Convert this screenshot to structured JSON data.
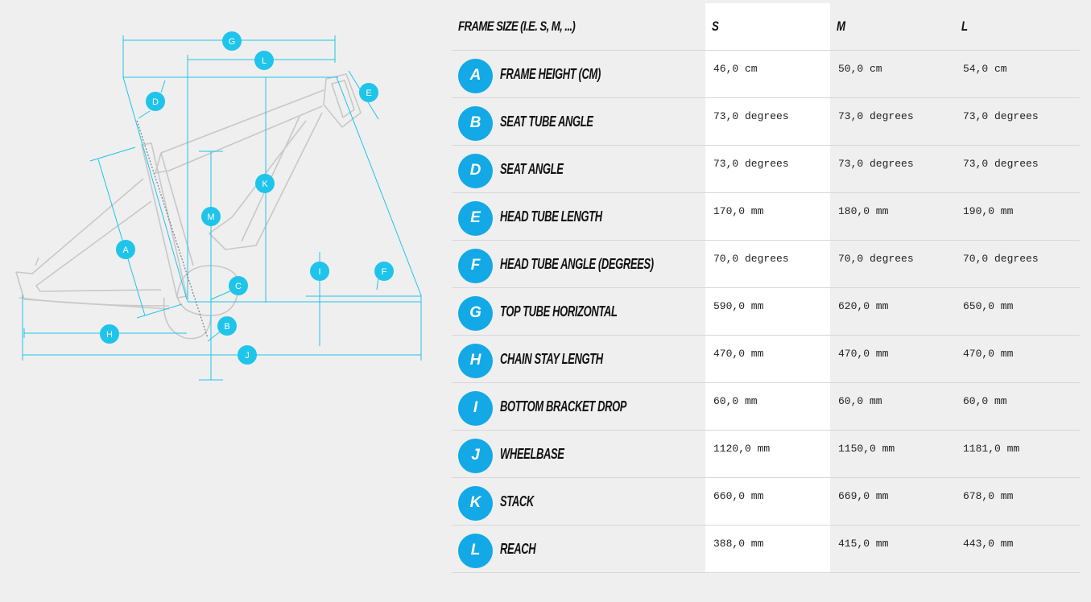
{
  "colors": {
    "accent": "#12a9e6",
    "dim_line": "#1fc4ea",
    "frame_line": "#c8c8c8",
    "background": "#efefef"
  },
  "diagram": {
    "letters": [
      "G",
      "L",
      "E",
      "D",
      "K",
      "M",
      "A",
      "C",
      "I",
      "F",
      "B",
      "H",
      "J"
    ]
  },
  "table": {
    "header": {
      "label": "FRAME SIZE (I.E. S, M, ...)",
      "sizes": [
        "S",
        "M",
        "L"
      ]
    },
    "rows": [
      {
        "letter": "A",
        "label": "FRAME HEIGHT (CM)",
        "s": "46,0 cm",
        "m": "50,0 cm",
        "l": "54,0 cm"
      },
      {
        "letter": "B",
        "label": "SEAT TUBE ANGLE",
        "s": "73,0 degrees",
        "m": "73,0 degrees",
        "l": "73,0 degrees"
      },
      {
        "letter": "D",
        "label": "SEAT ANGLE",
        "s": "73,0 degrees",
        "m": "73,0 degrees",
        "l": "73,0 degrees"
      },
      {
        "letter": "E",
        "label": "HEAD TUBE LENGTH",
        "s": "170,0 mm",
        "m": "180,0 mm",
        "l": "190,0 mm"
      },
      {
        "letter": "F",
        "label": "HEAD TUBE ANGLE (DEGREES)",
        "s": "70,0 degrees",
        "m": "70,0 degrees",
        "l": "70,0 degrees"
      },
      {
        "letter": "G",
        "label": "TOP TUBE HORIZONTAL",
        "s": "590,0 mm",
        "m": "620,0 mm",
        "l": "650,0 mm"
      },
      {
        "letter": "H",
        "label": "CHAIN STAY LENGTH",
        "s": "470,0 mm",
        "m": "470,0 mm",
        "l": "470,0 mm"
      },
      {
        "letter": "I",
        "label": "BOTTOM BRACKET DROP",
        "s": "60,0 mm",
        "m": "60,0 mm",
        "l": "60,0 mm"
      },
      {
        "letter": "J",
        "label": "WHEELBASE",
        "s": "1120,0 mm",
        "m": "1150,0 mm",
        "l": "1181,0 mm"
      },
      {
        "letter": "K",
        "label": "STACK",
        "s": "660,0 mm",
        "m": "669,0 mm",
        "l": "678,0 mm"
      },
      {
        "letter": "L",
        "label": "REACH",
        "s": "388,0 mm",
        "m": "415,0 mm",
        "l": "443,0 mm"
      }
    ]
  }
}
